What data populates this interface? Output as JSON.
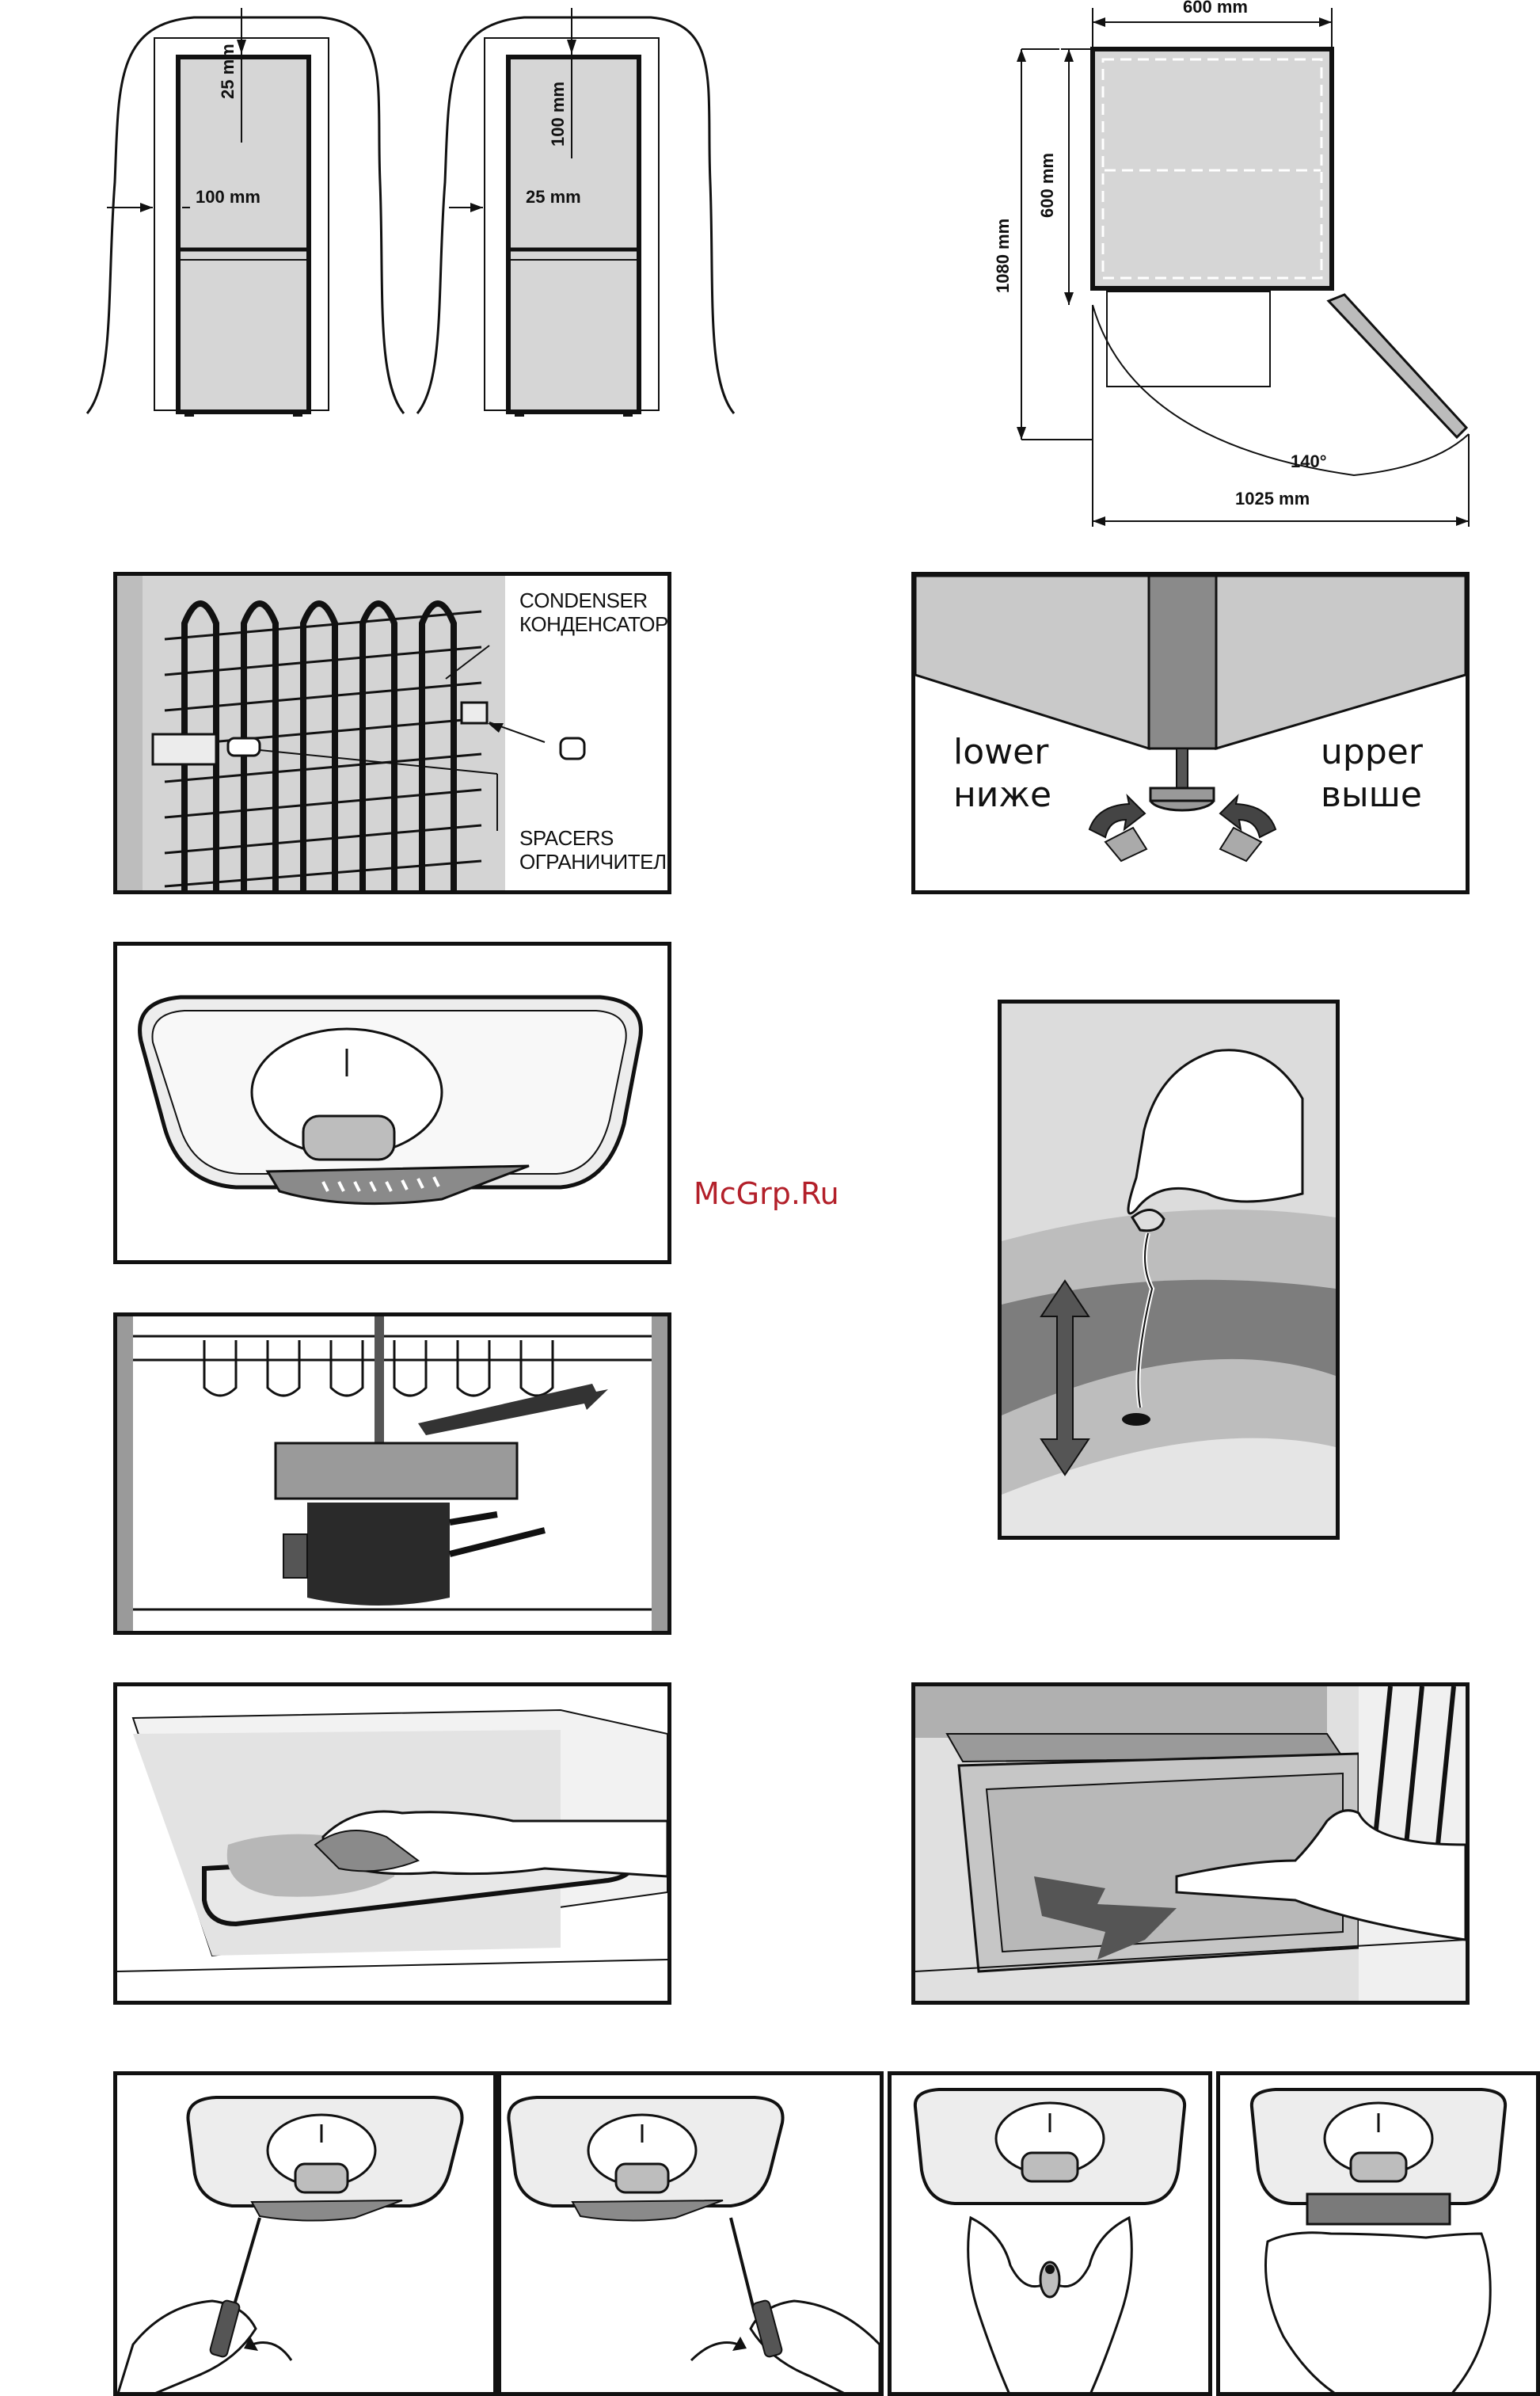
{
  "clearance": {
    "left": {
      "top_gap": "25 mm",
      "side_gap": "100 mm"
    },
    "right": {
      "top_gap": "100 mm",
      "side_gap": "25 mm"
    }
  },
  "door_dimensions": {
    "width": "600 mm",
    "depth": "600 mm",
    "open_depth": "1080 mm",
    "angle": "140°",
    "open_width": "1025 mm"
  },
  "condenser": {
    "condenser_en": "CONDENSER",
    "condenser_ru": "КОНДЕНСАТОР",
    "spacers_en": "SPACERS",
    "spacers_ru": "ОГРАНИЧИТЕЛЬ"
  },
  "feet": {
    "lower_en": "lower",
    "lower_ru": "ниже",
    "upper_en": "upper",
    "upper_ru": "выше"
  },
  "watermark": "McGrp.Ru",
  "colors": {
    "ink": "#111111",
    "panel_gray": "#d6d6d6",
    "dark_gray": "#555555",
    "watermark": "#b3202a"
  },
  "icons": [
    "door-ajar-icon",
    "condenser-grid-icon",
    "adjustable-foot-icon",
    "lamp-cover-icon",
    "water-drop-icon",
    "compressor-icon",
    "wipe-hand-icon",
    "drawer-pull-icon",
    "screwdriver-icon"
  ]
}
